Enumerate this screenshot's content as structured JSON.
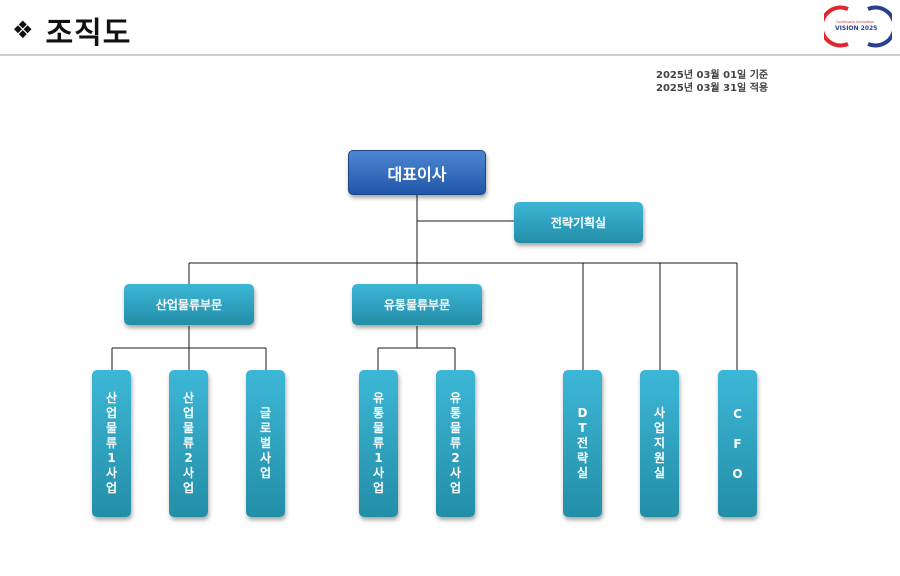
{
  "header": {
    "icon": "diamond-bullet-icon",
    "icon_glyph": "❖",
    "title": "조직도",
    "logo_small_text": "Continuous Innovation",
    "logo_text": "VISION 2025"
  },
  "dates": {
    "line1": "2025년 03월 01일 기준",
    "line2": "2025년 03월 31일 적용"
  },
  "org": {
    "ceo": "대표이사",
    "strategy": "전략기획실",
    "div_industrial": "산업물류부문",
    "div_distribution": "유통물류부문",
    "units": [
      "산업물류1사업",
      "산업물류2사업",
      "글로벌사업",
      "유통물류1사업",
      "유통물류2사업",
      "DT전략실",
      "사업지원실",
      "CFO"
    ]
  },
  "colors": {
    "ceo": "#2f66b8",
    "node": "#2aa3c3",
    "logo_red": "#e0262f",
    "logo_blue": "#2b3f8f"
  }
}
